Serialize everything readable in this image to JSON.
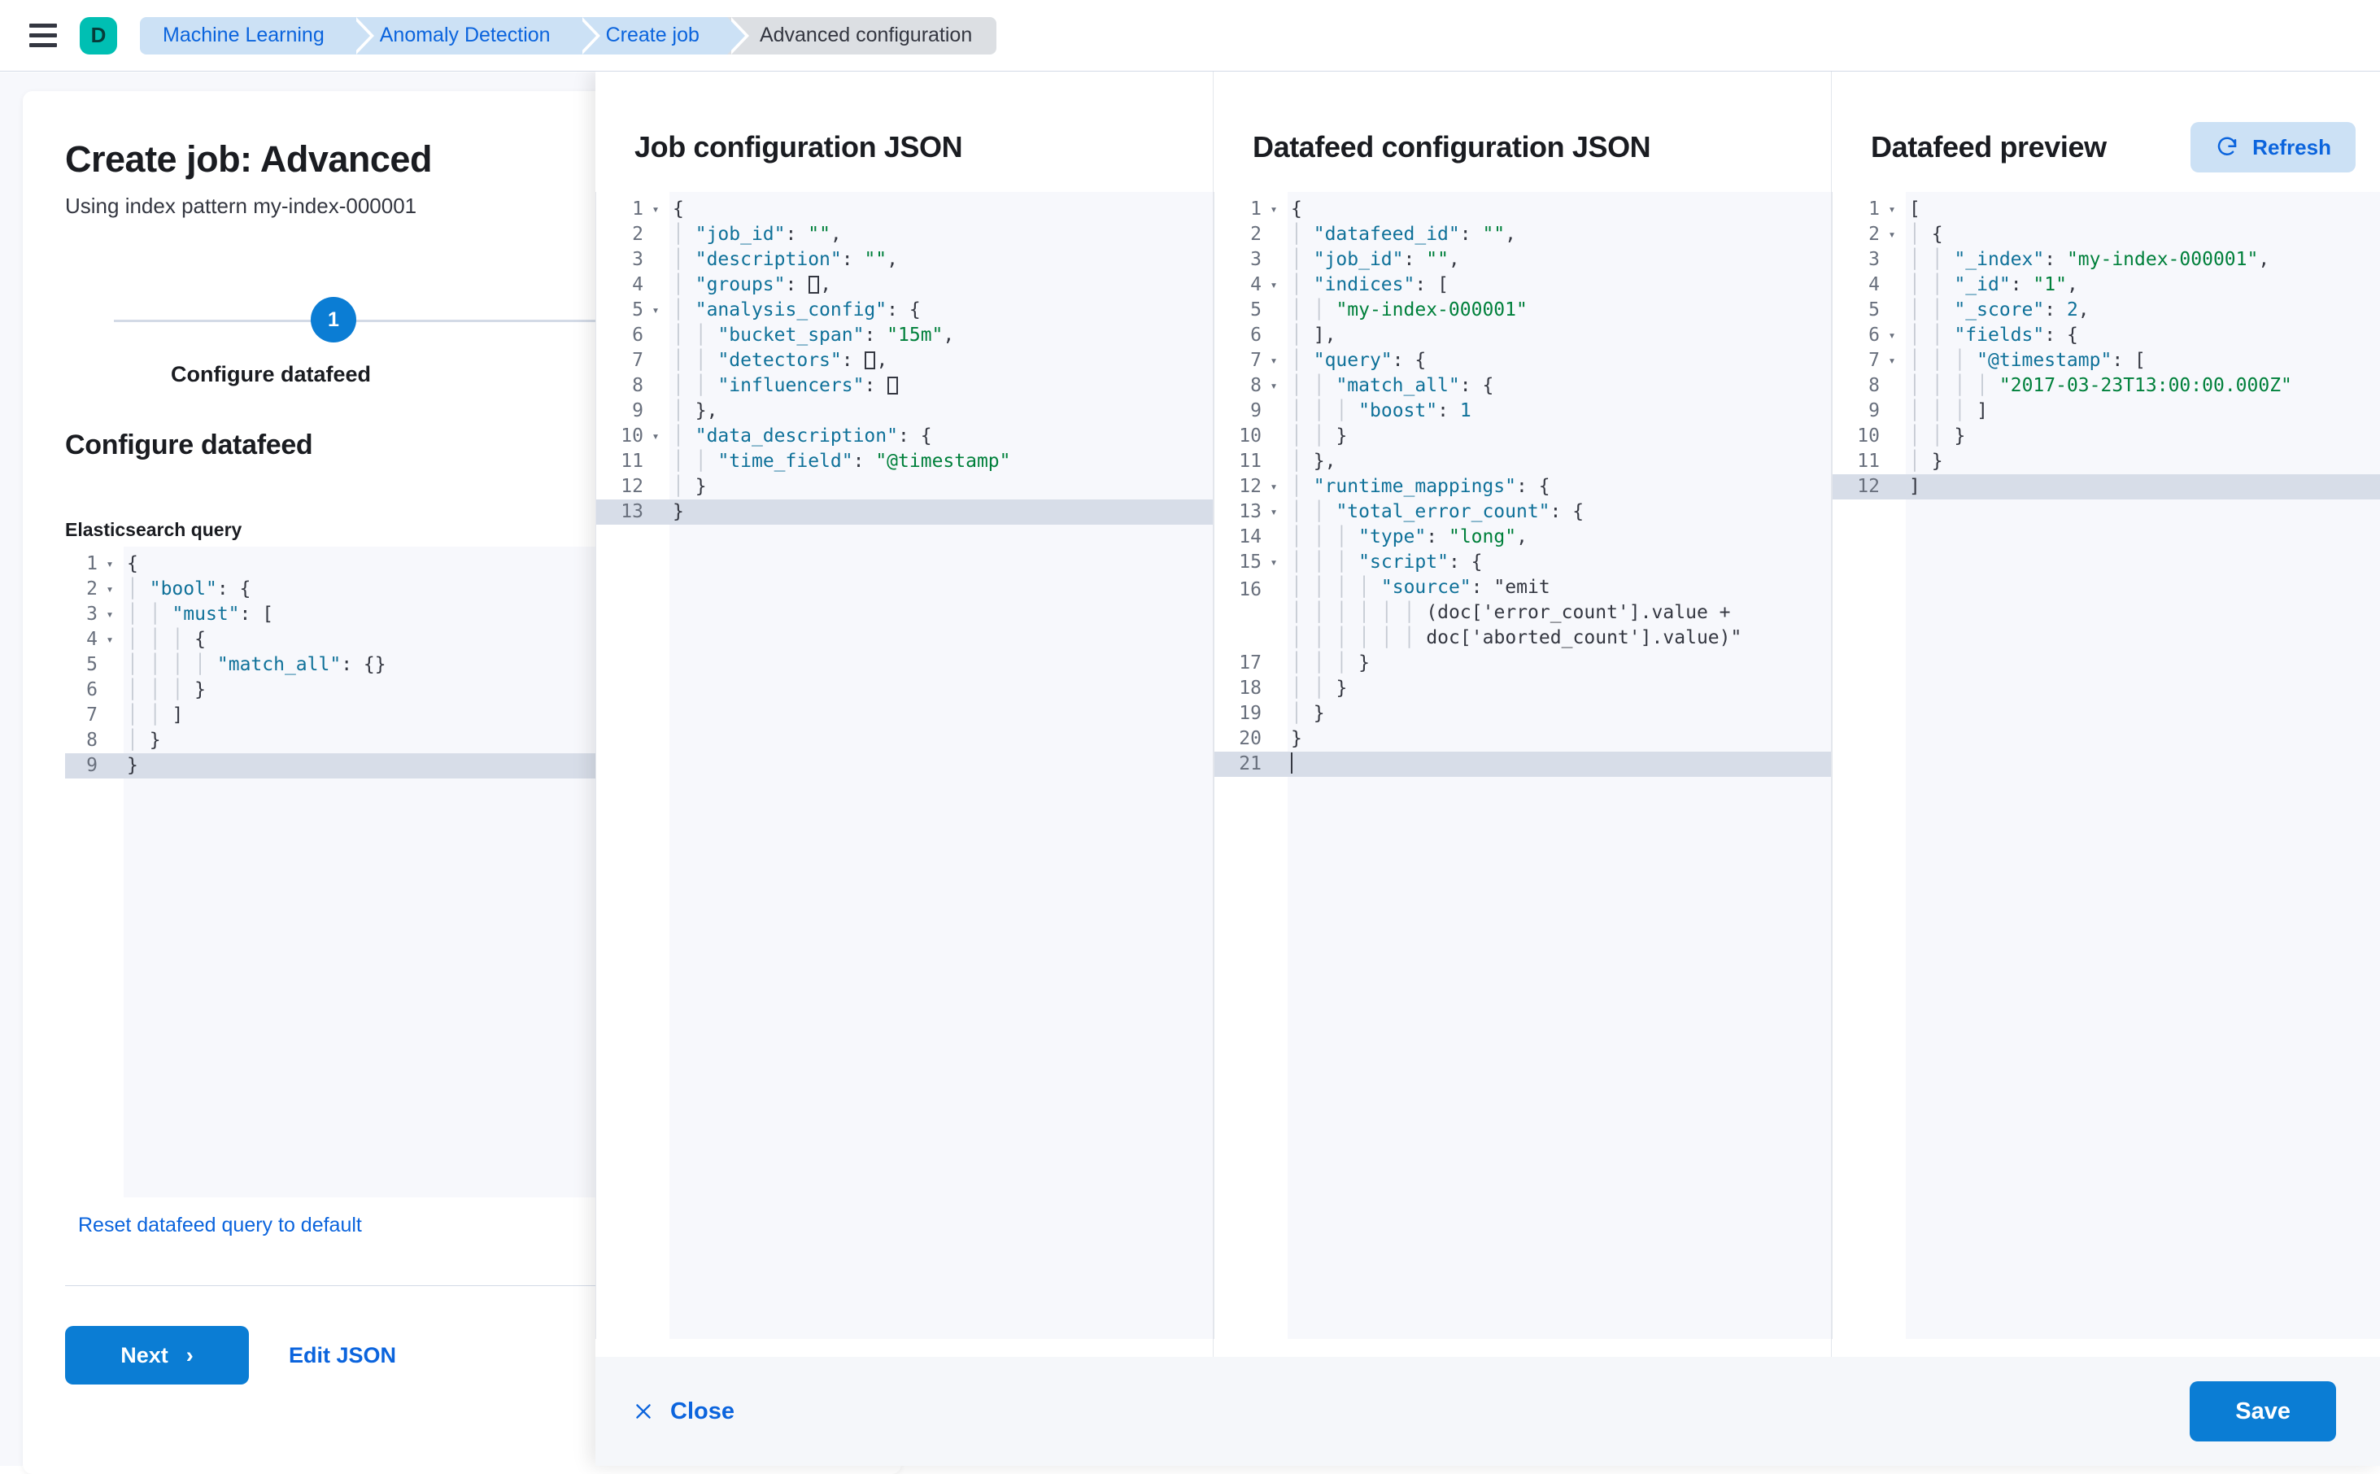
{
  "topbar": {
    "menu_icon": "hamburger-menu-icon",
    "avatar_letter": "D",
    "breadcrumbs": [
      {
        "label": "Machine Learning",
        "active": false
      },
      {
        "label": "Anomaly Detection",
        "active": false
      },
      {
        "label": "Create job",
        "active": false
      },
      {
        "label": "Advanced configuration",
        "active": true
      }
    ]
  },
  "page": {
    "title": "Create job: Advanced",
    "subtitle": "Using index pattern my-index-000001",
    "step_number": "1",
    "step_label": "Configure datafeed",
    "section_title": "Configure datafeed",
    "field_label": "Elasticsearch query",
    "reset_link": "Reset datafeed query to default",
    "next_button": "Next",
    "next_icon": "chevron-right-icon",
    "edit_json_button": "Edit JSON",
    "query_editor": {
      "lines": [
        {
          "n": "1",
          "fold": true,
          "text": "{"
        },
        {
          "n": "2",
          "fold": true,
          "text": "  \"bool\": {"
        },
        {
          "n": "3",
          "fold": true,
          "text": "    \"must\": ["
        },
        {
          "n": "4",
          "fold": true,
          "text": "      {"
        },
        {
          "n": "5",
          "fold": false,
          "text": "        \"match_all\": {}"
        },
        {
          "n": "6",
          "fold": false,
          "text": "      }"
        },
        {
          "n": "7",
          "fold": false,
          "text": "    ]"
        },
        {
          "n": "8",
          "fold": false,
          "text": "  }"
        },
        {
          "n": "9",
          "fold": false,
          "text": "}",
          "highlight": true
        }
      ]
    }
  },
  "flyout": {
    "columns": [
      {
        "title": "Job configuration JSON",
        "has_refresh": false,
        "lines": [
          {
            "n": "1",
            "fold": true,
            "text": "{"
          },
          {
            "n": "2",
            "fold": false,
            "text": "  \"job_id\": \"\","
          },
          {
            "n": "3",
            "fold": false,
            "text": "  \"description\": \"\","
          },
          {
            "n": "4",
            "fold": false,
            "text": "  \"groups\": [],"
          },
          {
            "n": "5",
            "fold": true,
            "text": "  \"analysis_config\": {"
          },
          {
            "n": "6",
            "fold": false,
            "text": "    \"bucket_span\": \"15m\","
          },
          {
            "n": "7",
            "fold": false,
            "text": "    \"detectors\": [],"
          },
          {
            "n": "8",
            "fold": false,
            "text": "    \"influencers\": []"
          },
          {
            "n": "9",
            "fold": false,
            "text": "  },"
          },
          {
            "n": "10",
            "fold": true,
            "text": "  \"data_description\": {"
          },
          {
            "n": "11",
            "fold": false,
            "text": "    \"time_field\": \"@timestamp\""
          },
          {
            "n": "12",
            "fold": false,
            "text": "  }"
          },
          {
            "n": "13",
            "fold": false,
            "text": "}",
            "highlight": true
          }
        ]
      },
      {
        "title": "Datafeed configuration JSON",
        "has_refresh": false,
        "lines": [
          {
            "n": "1",
            "fold": true,
            "text": "{"
          },
          {
            "n": "2",
            "fold": false,
            "text": "  \"datafeed_id\": \"\","
          },
          {
            "n": "3",
            "fold": false,
            "text": "  \"job_id\": \"\","
          },
          {
            "n": "4",
            "fold": true,
            "text": "  \"indices\": ["
          },
          {
            "n": "5",
            "fold": false,
            "text": "    \"my-index-000001\""
          },
          {
            "n": "6",
            "fold": false,
            "text": "  ],"
          },
          {
            "n": "7",
            "fold": true,
            "text": "  \"query\": {"
          },
          {
            "n": "8",
            "fold": true,
            "text": "    \"match_all\": {"
          },
          {
            "n": "9",
            "fold": false,
            "text": "      \"boost\": 1"
          },
          {
            "n": "10",
            "fold": false,
            "text": "    }"
          },
          {
            "n": "11",
            "fold": false,
            "text": "  },"
          },
          {
            "n": "12",
            "fold": true,
            "text": "  \"runtime_mappings\": {"
          },
          {
            "n": "13",
            "fold": true,
            "text": "    \"total_error_count\": {"
          },
          {
            "n": "14",
            "fold": false,
            "text": "      \"type\": \"long\","
          },
          {
            "n": "15",
            "fold": true,
            "text": "      \"script\": {"
          },
          {
            "n": "16",
            "fold": false,
            "text": "        \"source\": \"emit(doc['error_count'].value + doc['aborted_count'].value)\"",
            "wrapped": true
          },
          {
            "n": "17",
            "fold": false,
            "text": "      }"
          },
          {
            "n": "18",
            "fold": false,
            "text": "    }"
          },
          {
            "n": "19",
            "fold": false,
            "text": "  }"
          },
          {
            "n": "20",
            "fold": false,
            "text": "}"
          },
          {
            "n": "21",
            "fold": false,
            "text": "",
            "highlight": true,
            "caret": true
          }
        ]
      },
      {
        "title": "Datafeed preview",
        "has_refresh": true,
        "refresh_label": "Refresh",
        "refresh_icon": "refresh-icon",
        "lines": [
          {
            "n": "1",
            "fold": true,
            "text": "["
          },
          {
            "n": "2",
            "fold": true,
            "text": "  {"
          },
          {
            "n": "3",
            "fold": false,
            "text": "    \"_index\": \"my-index-000001\","
          },
          {
            "n": "4",
            "fold": false,
            "text": "    \"_id\": \"1\","
          },
          {
            "n": "5",
            "fold": false,
            "text": "    \"_score\": 2,"
          },
          {
            "n": "6",
            "fold": true,
            "text": "    \"fields\": {"
          },
          {
            "n": "7",
            "fold": true,
            "text": "      \"@timestamp\": ["
          },
          {
            "n": "8",
            "fold": false,
            "text": "        \"2017-03-23T13:00:00.000Z\""
          },
          {
            "n": "9",
            "fold": false,
            "text": "      ]"
          },
          {
            "n": "10",
            "fold": false,
            "text": "    }"
          },
          {
            "n": "11",
            "fold": false,
            "text": "  }"
          },
          {
            "n": "12",
            "fold": false,
            "text": "]",
            "highlight": true
          }
        ]
      }
    ],
    "footer": {
      "close_label": "Close",
      "close_icon": "close-x-icon",
      "save_label": "Save"
    }
  },
  "colors": {
    "primary": "#0b7dd4",
    "link": "#0b64dd",
    "avatar_bg": "#00bfb3",
    "crumb_bg": "#cce1f5",
    "crumb_active_bg": "#dcdfe3",
    "editor_bg": "#f7f8fc",
    "highlight": "#d7dde8",
    "json_key": "#0f7199",
    "json_string": "#00803b"
  }
}
